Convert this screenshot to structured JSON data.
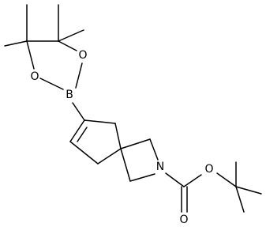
{
  "molecule": {
    "atoms": {
      "B": "B",
      "O_ring_upper": "O",
      "O_ring_lower": "O",
      "N": "N",
      "O_ester": "O",
      "O_carbonyl": "O"
    }
  },
  "colors": {
    "bond": "#000000",
    "label": "#000000",
    "background": "#ffffff"
  }
}
